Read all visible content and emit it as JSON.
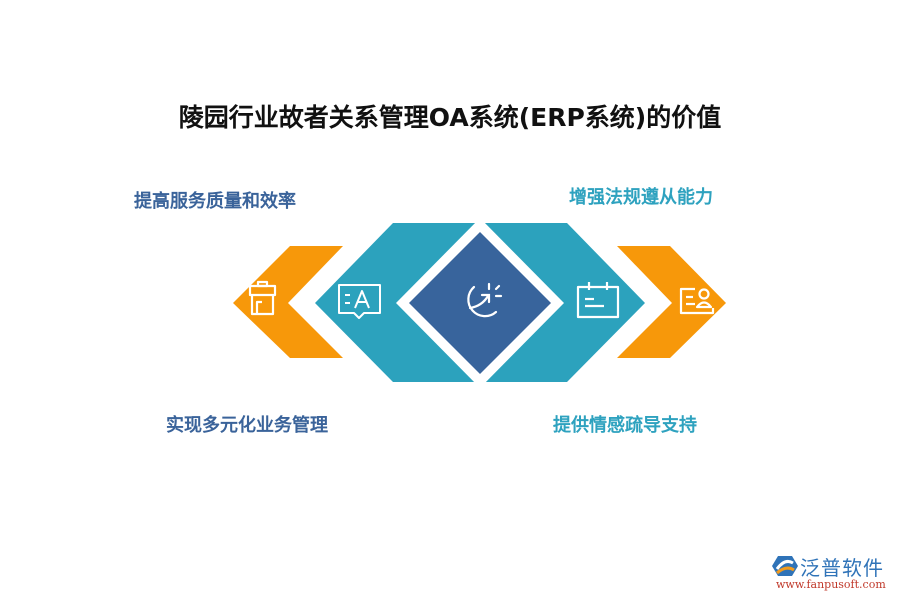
{
  "title": "陵园行业故者关系管理OA系统(ERP系统)的价值",
  "labels": {
    "top_left": "提高服务质量和效率",
    "top_right": "增强法规遵从能力",
    "bottom_left": "实现多元化业务管理",
    "bottom_right": "提供情感疏导支持"
  },
  "shapes": [
    {
      "name": "left-orange-chevron",
      "color": "#f7980a",
      "icon": "toolbox-icon"
    },
    {
      "name": "left-teal-chevron",
      "color": "#2ca2bd",
      "icon": "translate-chat-icon"
    },
    {
      "name": "center-diamond",
      "color": "#38649c",
      "icon": "growth-arrow-icon"
    },
    {
      "name": "right-teal-chevron",
      "color": "#2ca2bd",
      "icon": "calendar-icon"
    },
    {
      "name": "right-orange-chevron",
      "color": "#f7980a",
      "icon": "user-card-icon"
    }
  ],
  "colors": {
    "orange": "#f7980a",
    "teal": "#2ca2bd",
    "navy": "#38649c",
    "label_blue": "#3a639a",
    "label_teal": "#2ea2bf"
  },
  "logo": {
    "name": "泛普软件",
    "url": "www.fanpusoft.com"
  }
}
